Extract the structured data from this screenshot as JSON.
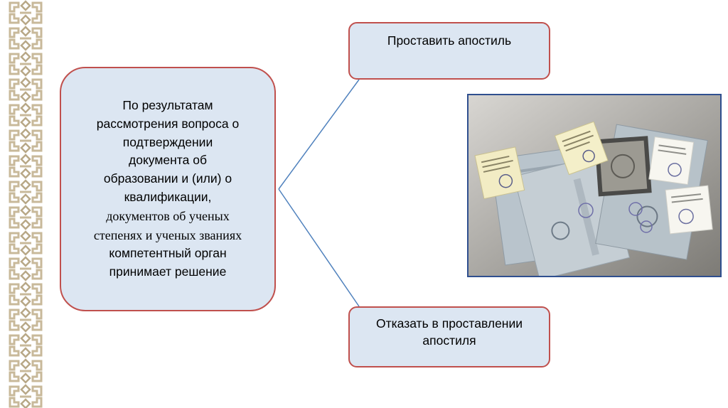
{
  "main_box": {
    "lines": [
      "По результатам",
      "рассмотрения вопроса о",
      "подтверждении",
      "документа об",
      "образовании и (или) о",
      "квалификации,",
      "документов об ученых",
      "степенях и ученых званиях",
      "компетентный орган",
      "принимает решение"
    ]
  },
  "options": {
    "top": "Проставить апостиль",
    "bottom_line1": "Отказать в проставлении",
    "bottom_line2": "апостиля"
  },
  "colors": {
    "box_fill": "#dce6f2",
    "box_border": "#c0504d",
    "connector": "#4f81bd",
    "photo_frame": "#2f4f8f",
    "ornament": "#c8b99a"
  },
  "icons": {
    "border": "decorative-ornament-strip",
    "photo": "apostille-documents-photo"
  }
}
